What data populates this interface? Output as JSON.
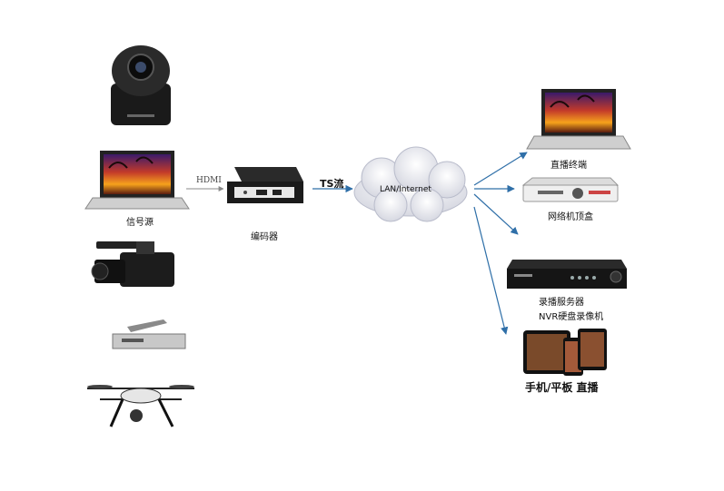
{
  "nodes": {
    "source_label": "信号源",
    "encoder_label": "编码器",
    "network_label": "LAN/Internet",
    "hdmi_label": "HDMI",
    "ts_label": "TS流",
    "out_live_terminal": "直播终端",
    "out_stb": "网络机顶盒",
    "out_record_server": "录播服务器",
    "out_nvr": "NVR硬盘录像机",
    "out_mobile": "手机/平板 直播"
  },
  "colors": {
    "arrow": "#2f6fa8",
    "cloud": "#e6e7ef",
    "device_dark": "#1c1c1c"
  }
}
